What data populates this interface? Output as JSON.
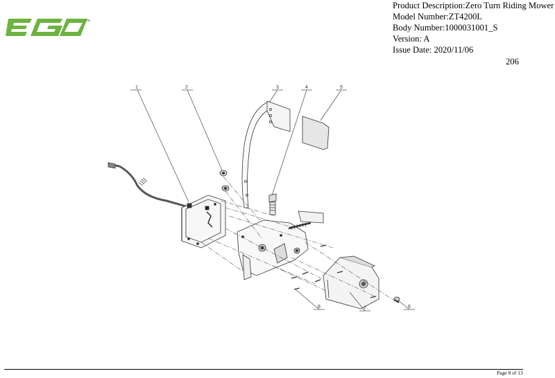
{
  "brand": {
    "logo_text": "EGO",
    "logo_color": "#6cb33f",
    "trademark": "TM"
  },
  "header": {
    "product_description": "Product Description:Zero Turn Riding Mower",
    "model_number": "Model Number:ZT4200L",
    "body_number": "Body Number:1000031001_S",
    "version": "Version: A",
    "issue_date": "Issue Date: 2020/11/06"
  },
  "page_code": "206",
  "diagram": {
    "callouts": [
      "1",
      "2",
      "3",
      "4",
      "5",
      "6",
      "7",
      "8"
    ]
  },
  "footer": {
    "page_label": "Page 8 of 13"
  }
}
